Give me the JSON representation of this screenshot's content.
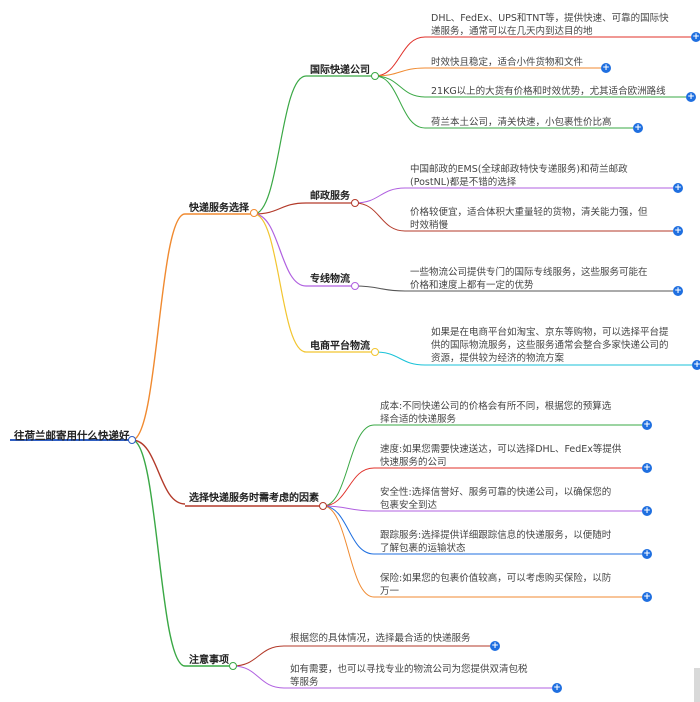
{
  "root": {
    "label": "往荷兰邮寄用什么快递好"
  },
  "branches": [
    {
      "label": "快递服务选择",
      "children": [
        {
          "label": "国际快递公司",
          "leaves": [
            "DHL、FedEx、UPS和TNT等，提供快速、可靠的国际快\n递服务，通常可以在几天内到达目的地",
            "时效快且稳定，适合小件货物和文件",
            "21KG以上的大货有价格和时效优势，尤其适合欧洲路线",
            "荷兰本土公司，清关快速，小包裹性价比高"
          ]
        },
        {
          "label": "邮政服务",
          "leaves": [
            "中国邮政的EMS(全球邮政特快专递服务)和荷兰邮政\n(PostNL)都是不错的选择",
            "价格较便宜，适合体积大重量轻的货物，清关能力强，但\n时效稍慢"
          ]
        },
        {
          "label": "专线物流",
          "leaves": [
            "一些物流公司提供专门的国际专线服务，这些服务可能在\n价格和速度上都有一定的优势"
          ]
        },
        {
          "label": "电商平台物流",
          "leaves": [
            "如果是在电商平台如淘宝、京东等购物，可以选择平台提\n供的国际物流服务，这些服务通常会整合多家快递公司的\n资源，提供较为经济的物流方案"
          ]
        }
      ]
    },
    {
      "label": "选择快递服务时需考虑的因素",
      "leaves": [
        "成本:不同快递公司的价格会有所不同，根据您的预算选\n择合适的快递服务",
        "速度:如果您需要快速送达，可以选择DHL、FedEx等提供\n快速服务的公司",
        "安全性:选择信誉好、服务可靠的快递公司，以确保您的\n包裹安全到达",
        "跟踪服务:选择提供详细跟踪信息的快递服务，以便随时\n了解包裹的运输状态",
        "保险:如果您的包裹价值较高，可以考虑购买保险，以防\n万一"
      ]
    },
    {
      "label": "注意事项",
      "leaves": [
        "根据您的具体情况，选择最合适的快递服务",
        "如有需要，也可以寻找专业的物流公司为您提供双清包税\n等服务"
      ]
    }
  ],
  "colors": {
    "root": "#2f5fc4",
    "branch1": "#f08a30",
    "branch2": "#b33a2a",
    "branch3": "#3aa845",
    "sub_intl": "#3aa845",
    "sub_post": "#b33a2a",
    "sub_line": "#b060e0",
    "sub_ecom": "#f2c530",
    "plus": "#1f6fe0"
  }
}
